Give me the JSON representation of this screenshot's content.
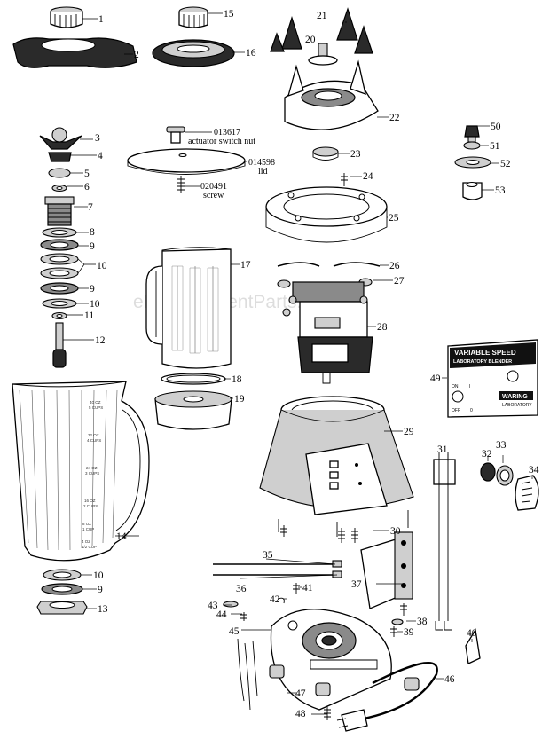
{
  "watermark": "eReplacementParts.com",
  "parts": [
    {
      "id": "1",
      "label": "1"
    },
    {
      "id": "2",
      "label": "2"
    },
    {
      "id": "3",
      "label": "3"
    },
    {
      "id": "4",
      "label": "4"
    },
    {
      "id": "5",
      "label": "5"
    },
    {
      "id": "6",
      "label": "6"
    },
    {
      "id": "7",
      "label": "7"
    },
    {
      "id": "8",
      "label": "8"
    },
    {
      "id": "9a",
      "label": "9"
    },
    {
      "id": "10a",
      "label": "10"
    },
    {
      "id": "9b",
      "label": "9"
    },
    {
      "id": "10b",
      "label": "10"
    },
    {
      "id": "11",
      "label": "11"
    },
    {
      "id": "12",
      "label": "12"
    },
    {
      "id": "13",
      "label": "13"
    },
    {
      "id": "9c",
      "label": "9"
    },
    {
      "id": "10c",
      "label": "10"
    },
    {
      "id": "14",
      "label": "14"
    },
    {
      "id": "15",
      "label": "15"
    },
    {
      "id": "16",
      "label": "16"
    },
    {
      "id": "17",
      "label": "17"
    },
    {
      "id": "18",
      "label": "18"
    },
    {
      "id": "19",
      "label": "19"
    },
    {
      "id": "20",
      "label": "20"
    },
    {
      "id": "21",
      "label": "21"
    },
    {
      "id": "22",
      "label": "22"
    },
    {
      "id": "23",
      "label": "23"
    },
    {
      "id": "24",
      "label": "24"
    },
    {
      "id": "25",
      "label": "25"
    },
    {
      "id": "26",
      "label": "26"
    },
    {
      "id": "27",
      "label": "27"
    },
    {
      "id": "28",
      "label": "28"
    },
    {
      "id": "29",
      "label": "29"
    },
    {
      "id": "30",
      "label": "30"
    },
    {
      "id": "31",
      "label": "31"
    },
    {
      "id": "32",
      "label": "32"
    },
    {
      "id": "33",
      "label": "33"
    },
    {
      "id": "34",
      "label": "34"
    },
    {
      "id": "35",
      "label": "35"
    },
    {
      "id": "36",
      "label": "36"
    },
    {
      "id": "37",
      "label": "37"
    },
    {
      "id": "38",
      "label": "38"
    },
    {
      "id": "39",
      "label": "39"
    },
    {
      "id": "40",
      "label": "40"
    },
    {
      "id": "41",
      "label": "41"
    },
    {
      "id": "42",
      "label": "42"
    },
    {
      "id": "43",
      "label": "43"
    },
    {
      "id": "44",
      "label": "44"
    },
    {
      "id": "45",
      "label": "45"
    },
    {
      "id": "46",
      "label": "46"
    },
    {
      "id": "47",
      "label": "47"
    },
    {
      "id": "48",
      "label": "48"
    },
    {
      "id": "49",
      "label": "49"
    },
    {
      "id": "50",
      "label": "50"
    },
    {
      "id": "51",
      "label": "51"
    },
    {
      "id": "52",
      "label": "52"
    },
    {
      "id": "53",
      "label": "53"
    }
  ],
  "captions": {
    "actuator_nut_code": "013617",
    "actuator_nut_name": "actuator switch nut",
    "lid_code": "014598",
    "lid_name": "lid",
    "screw_code": "020491",
    "screw_name": "screw"
  },
  "jar_scale": [
    "40 OZ",
    "5 CUPS",
    "32 OZ",
    "4 CUPS",
    "24 OZ",
    "3 CUPS",
    "16 OZ",
    "2 CUPS",
    "8 OZ",
    "1 CUP",
    "4 OZ",
    "1/2 CUP"
  ],
  "nameplate": {
    "title": "VARIABLE SPEED",
    "subtitle": "LABORATORY BLENDER",
    "on": "ON",
    "on_mark": "I",
    "off": "OFF",
    "off_mark": "0",
    "brand": "WARING",
    "brand_sub": "LABORATORY"
  }
}
